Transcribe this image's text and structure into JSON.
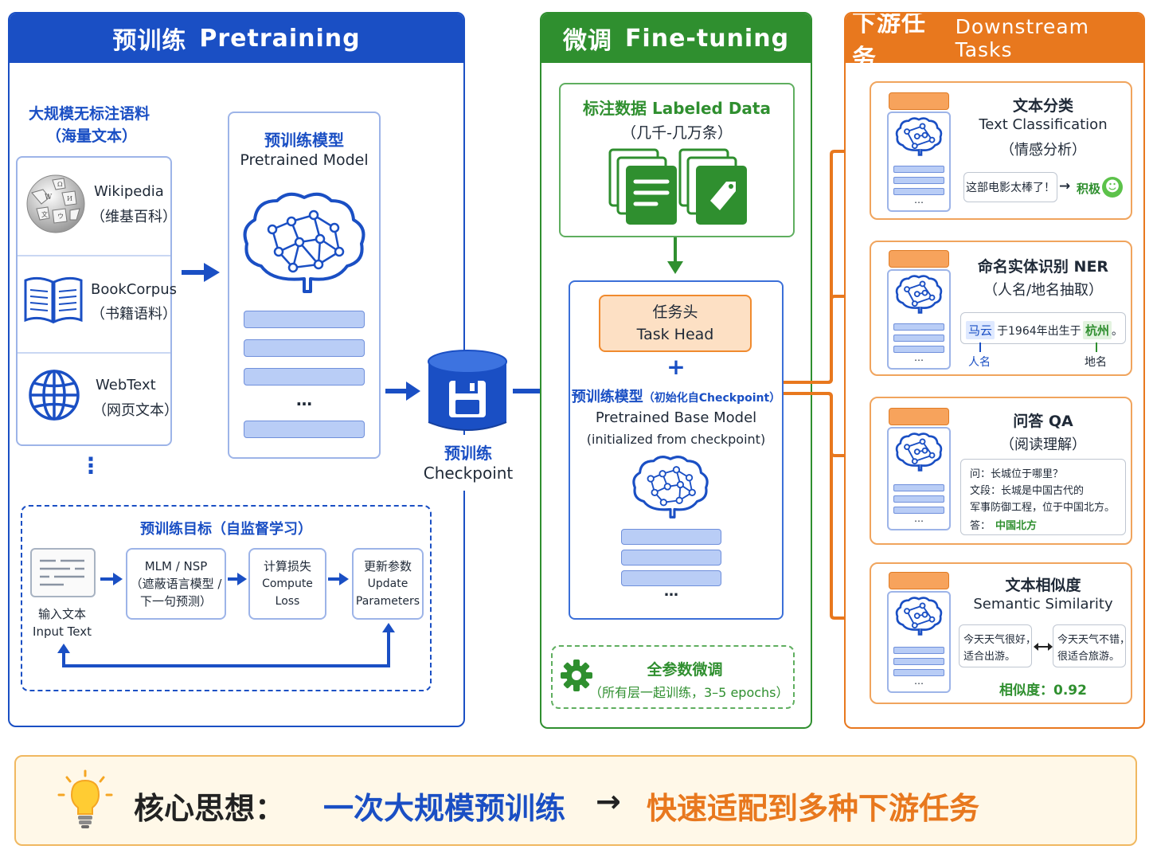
{
  "pretraining": {
    "title_cn": "预训练",
    "title_en": "Pretraining",
    "corpus_title_1": "大规模无标注语料",
    "corpus_title_2": "（海量文本）",
    "sources": [
      {
        "name": "Wikipedia",
        "desc": "（维基百科）"
      },
      {
        "name": "BookCorpus",
        "desc": "（书籍语料）"
      },
      {
        "name": "WebText",
        "desc": "（网页文本）"
      }
    ],
    "more": "⋮",
    "model_cn": "预训练模型",
    "model_en": "Pretrained Model",
    "ellipsis": "…",
    "objective_title": "预训练目标（自监督学习）",
    "steps": {
      "input_cn": "输入文本",
      "input_en": "Input Text",
      "mlm_1": "MLM / NSP",
      "mlm_2": "（遮蔽语言模型 /",
      "mlm_3": "下一句预测）",
      "loss_cn": "计算损失",
      "loss_en": "Compute Loss",
      "update_cn": "更新参数",
      "update_en_1": "Update",
      "update_en_2": "Parameters"
    }
  },
  "checkpoint": {
    "label_cn": "预训练",
    "label_en": "Checkpoint"
  },
  "finetuning": {
    "title_cn": "微调",
    "title_en": "Fine-tuning",
    "labeled_1": "标注数据 Labeled Data",
    "labeled_2": "（几千-几万条）",
    "task_head_cn": "任务头",
    "task_head_en": "Task Head",
    "plus": "+",
    "base_cn": "预训练模型",
    "base_cn_note": "（初始化自Checkpoint）",
    "base_en": "Pretrained Base Model",
    "base_en_note": "(initialized from checkpoint)",
    "ellipsis": "…",
    "full_1": "全参数微调",
    "full_2": "（所有层一起训练，3–5 epochs）"
  },
  "downstream": {
    "title_cn": "下游任务",
    "title_en": "Downstream Tasks",
    "ellipsis": "…",
    "tasks": [
      {
        "title_1": "文本分类",
        "title_2": "Text Classification",
        "title_3": "（情感分析）",
        "example": "这部电影太棒了！",
        "arrow": "→",
        "result": "积极",
        "emoji": "☻"
      },
      {
        "title_1": "命名实体识别 NER",
        "title_2": "（人名/地名抽取）",
        "ent_1": "马云",
        "mid": "于1964年出生于",
        "ent_2": "杭州",
        "end": "。",
        "tag_1": "人名",
        "tag_2": "地名"
      },
      {
        "title_1": "问答 QA",
        "title_2": "（阅读理解）",
        "q": "问：长城位于哪里？",
        "p1": "文段：长城是中国古代的",
        "p2": "军事防御工程，位于中国北方。",
        "a_label": "答：",
        "a": "中国北方"
      },
      {
        "title_1": "文本相似度",
        "title_2": "Semantic Similarity",
        "s1_1": "今天天气很好，",
        "s1_2": "适合出游。",
        "s2_1": "今天天气不错，",
        "s2_2": "很适合旅游。",
        "sim": "相似度：0.92"
      }
    ]
  },
  "footer": {
    "label": "核心思想：",
    "left": "一次大规模预训练",
    "arrow": "→",
    "right": "快速适配到多种下游任务"
  },
  "colors": {
    "blue": "#1a4fc4",
    "green": "#2f8f2f",
    "orange": "#e8781e",
    "footer_bg": "#fff8e8"
  }
}
